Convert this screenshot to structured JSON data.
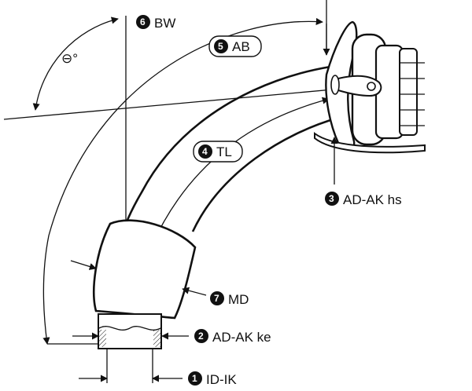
{
  "labels": {
    "bw": {
      "num": "6",
      "text": "BW"
    },
    "ab": {
      "num": "5",
      "text": "AB"
    },
    "tl": {
      "num": "4",
      "text": "TL"
    },
    "ad_hs": {
      "num": "3",
      "text": "AD-AK hs"
    },
    "md": {
      "num": "7",
      "text": "MD"
    },
    "ad_ke": {
      "num": "2",
      "text": "AD-AK ke"
    },
    "id_ik": {
      "num": "1",
      "text": "ID-IK"
    }
  },
  "angle_symbol": "⊖°"
}
